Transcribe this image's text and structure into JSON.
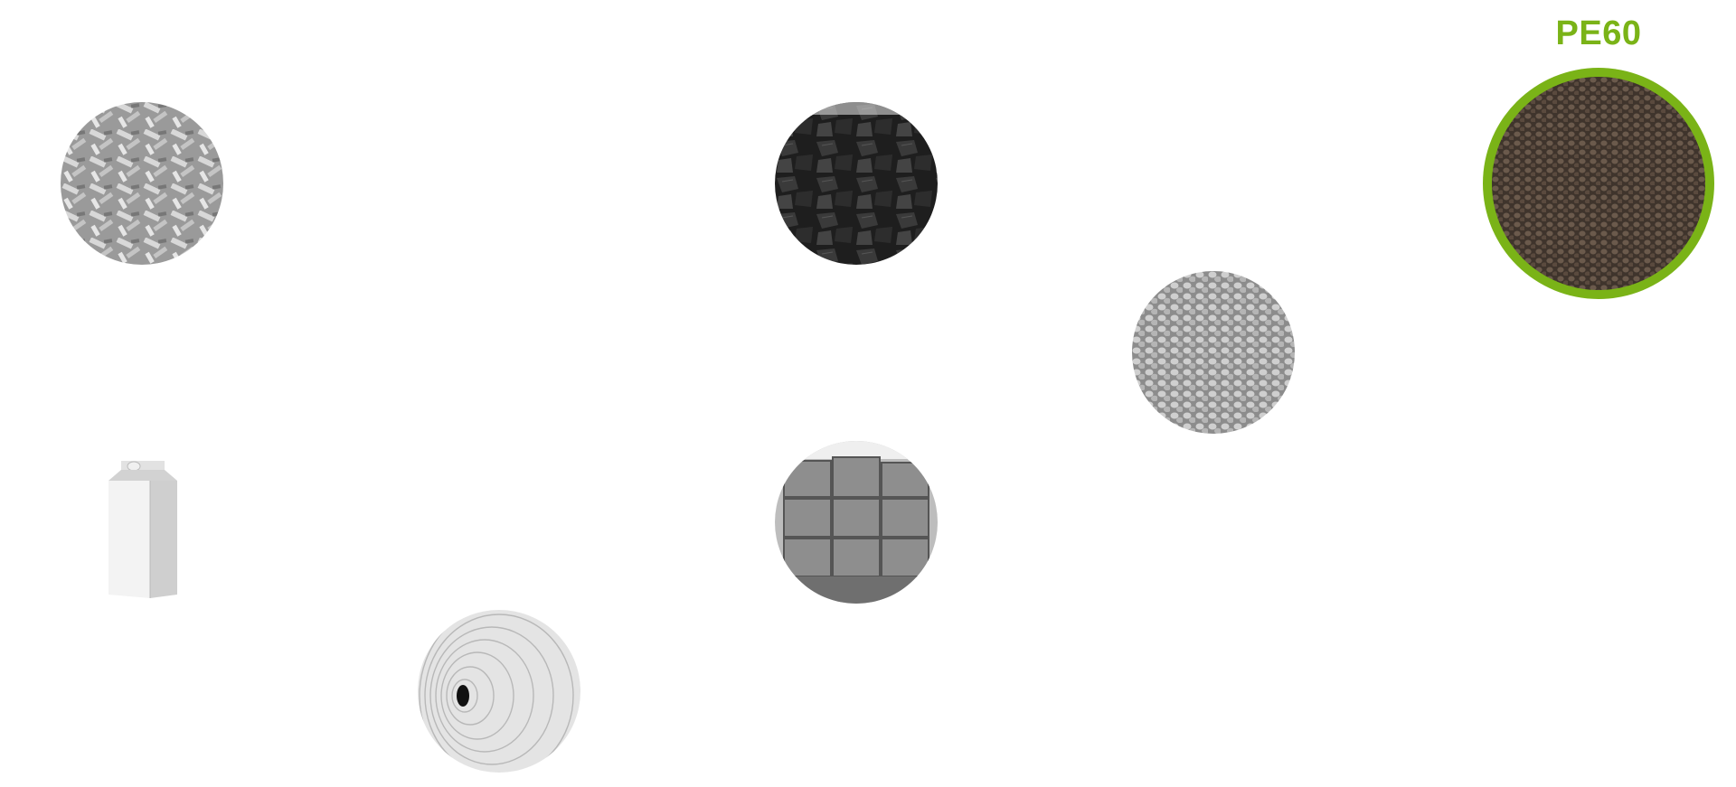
{
  "final_product": {
    "label": "PE60",
    "accent_color": "#7ab317"
  },
  "items": [
    {
      "name": "wood-chips-image"
    },
    {
      "name": "charcoal-image"
    },
    {
      "name": "gray-pellets-image"
    },
    {
      "name": "milk-carton-image"
    },
    {
      "name": "bales-image"
    },
    {
      "name": "paper-roll-image"
    },
    {
      "name": "brown-pellets-image"
    }
  ]
}
